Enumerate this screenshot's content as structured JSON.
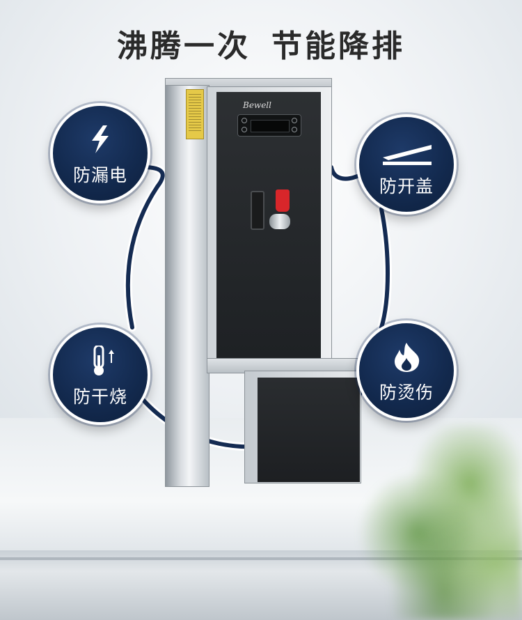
{
  "title": {
    "part1": "沸腾一次",
    "part2": "节能降排"
  },
  "product": {
    "brand": "Bewell"
  },
  "features": [
    {
      "label": "防漏电",
      "icon": "lightning-icon"
    },
    {
      "label": "防开盖",
      "icon": "lid-icon"
    },
    {
      "label": "防干烧",
      "icon": "thermometer-icon"
    },
    {
      "label": "防烫伤",
      "icon": "flame-icon"
    }
  ],
  "colors": {
    "badge_fill": "#132a4f",
    "badge_border": "#ffffff",
    "title_text": "#2a2a2a",
    "tap_red": "#d8262a"
  }
}
